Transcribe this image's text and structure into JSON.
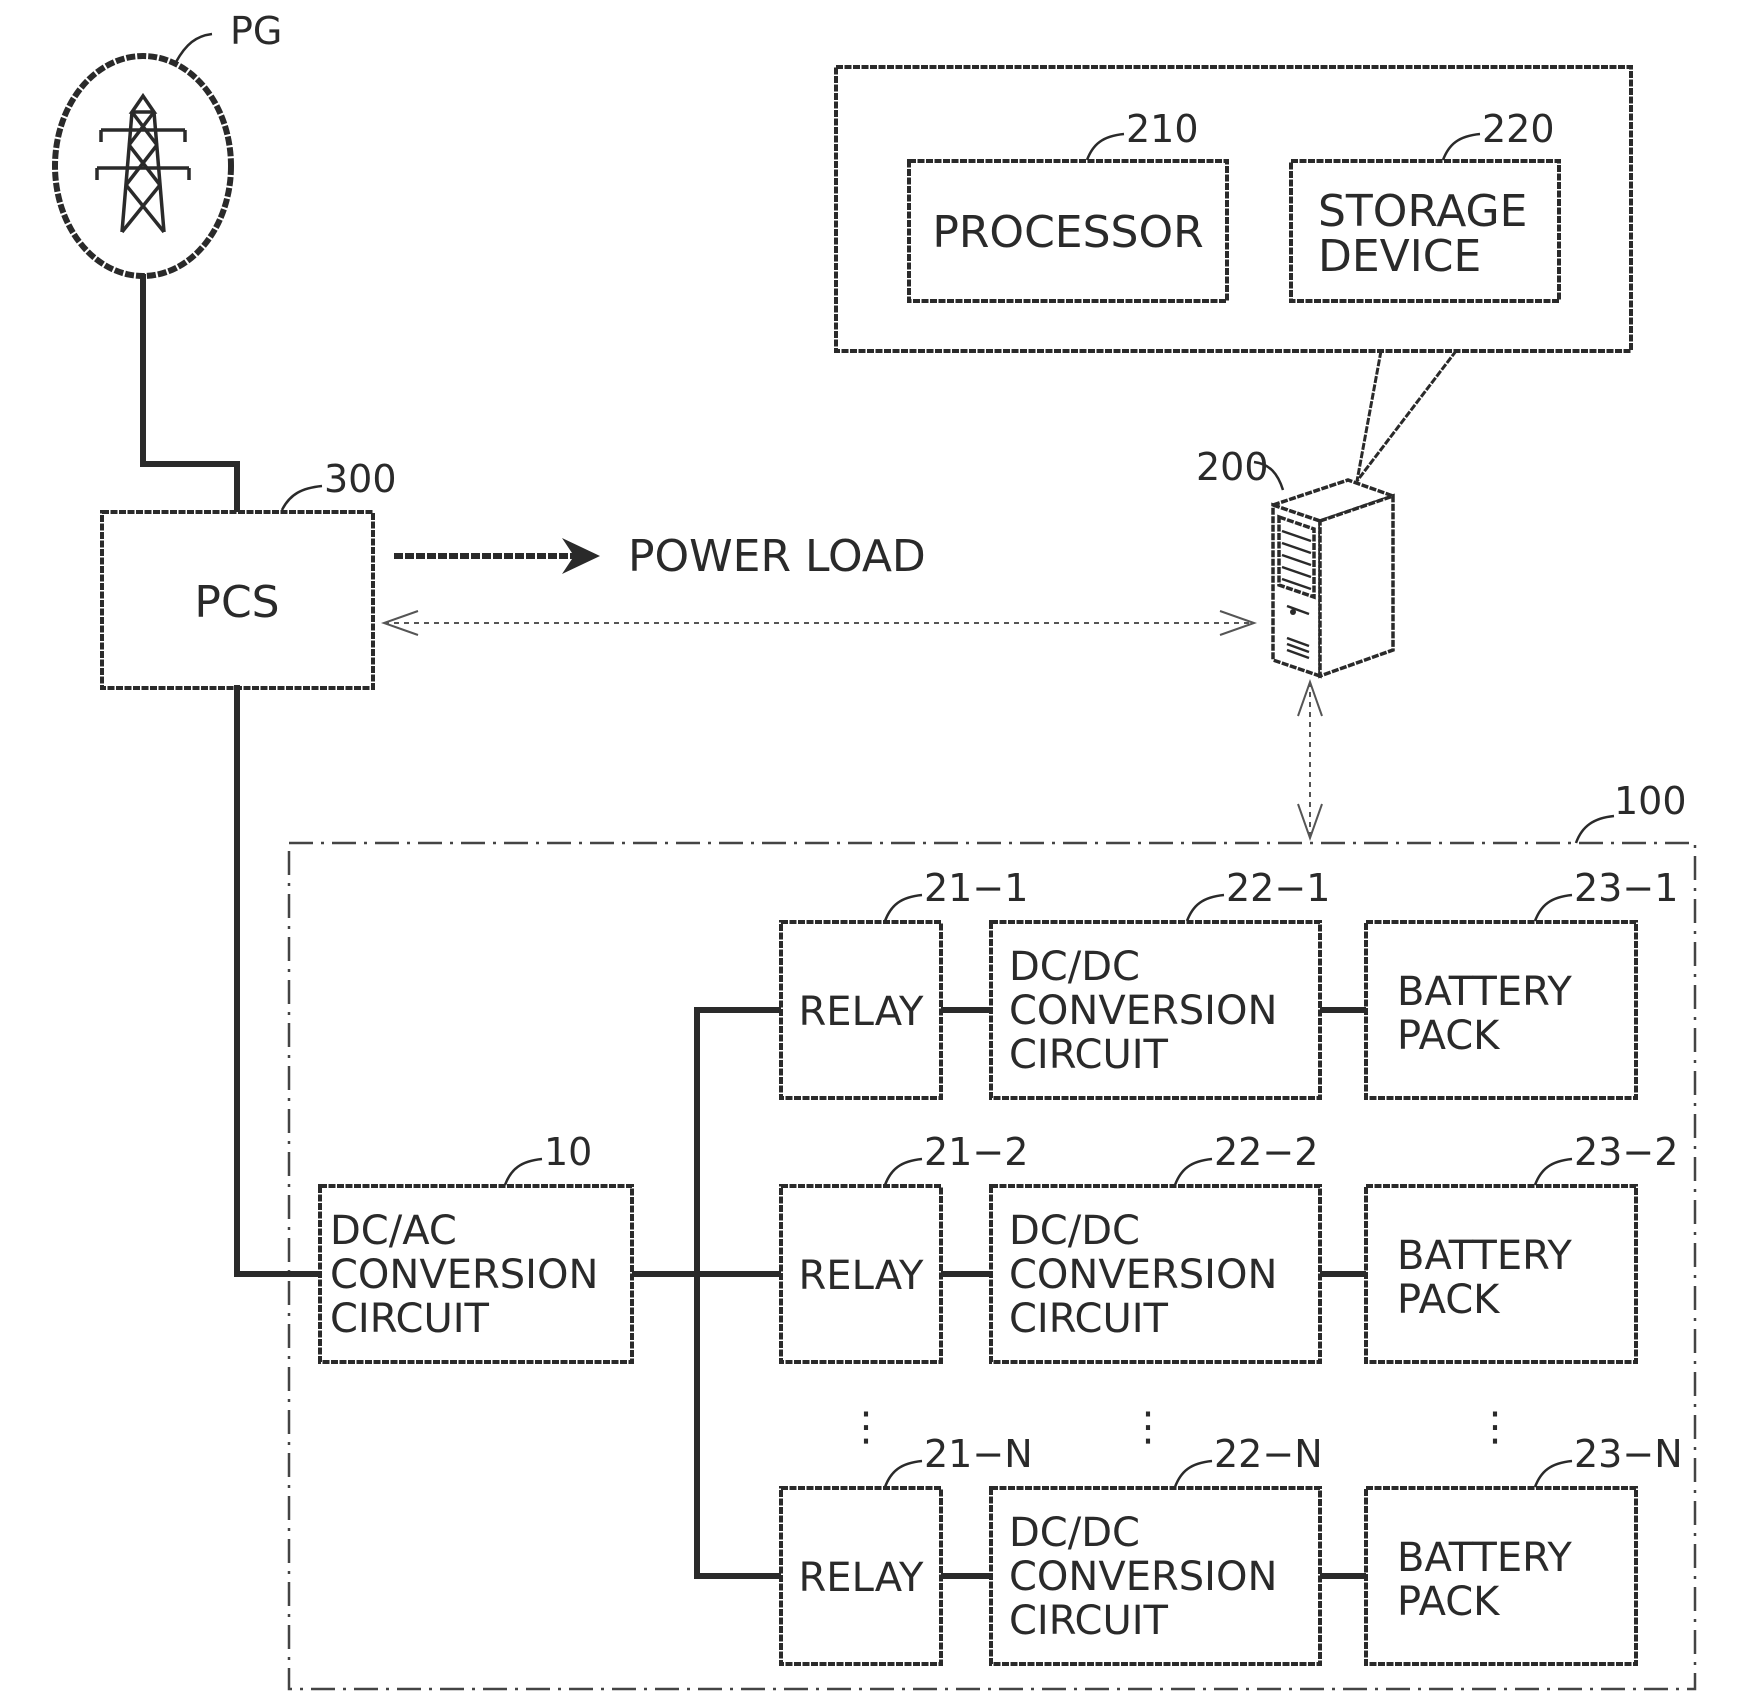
{
  "grid_label": "PG",
  "pcs": {
    "ref": "300",
    "label": "PCS"
  },
  "power_load": "POWER LOAD",
  "server": {
    "ref": "200"
  },
  "processor": {
    "ref": "210",
    "label": "PROCESSOR"
  },
  "storage": {
    "ref": "220",
    "line1": "STORAGE",
    "line2": "DEVICE"
  },
  "system": {
    "ref": "100"
  },
  "dcac": {
    "ref": "10",
    "line1": "DC/AC",
    "line2": "CONVERSION",
    "line3": "CIRCUIT"
  },
  "rows": [
    {
      "relay_ref": "21−1",
      "relay_label": "RELAY",
      "dcdc_ref": "22−1",
      "dcdc_line1": "DC/DC",
      "dcdc_line2": "CONVERSION",
      "dcdc_line3": "CIRCUIT",
      "batt_ref": "23−1",
      "batt_line1": "BATTERY",
      "batt_line2": "PACK"
    },
    {
      "relay_ref": "21−2",
      "relay_label": "RELAY",
      "dcdc_ref": "22−2",
      "dcdc_line1": "DC/DC",
      "dcdc_line2": "CONVERSION",
      "dcdc_line3": "CIRCUIT",
      "batt_ref": "23−2",
      "batt_line1": "BATTERY",
      "batt_line2": "PACK"
    },
    {
      "relay_ref": "21−N",
      "relay_label": "RELAY",
      "dcdc_ref": "22−N",
      "dcdc_line1": "DC/DC",
      "dcdc_line2": "CONVERSION",
      "dcdc_line3": "CIRCUIT",
      "batt_ref": "23−N",
      "batt_line1": "BATTERY",
      "batt_line2": "PACK"
    }
  ],
  "ellipsis": "⋮"
}
